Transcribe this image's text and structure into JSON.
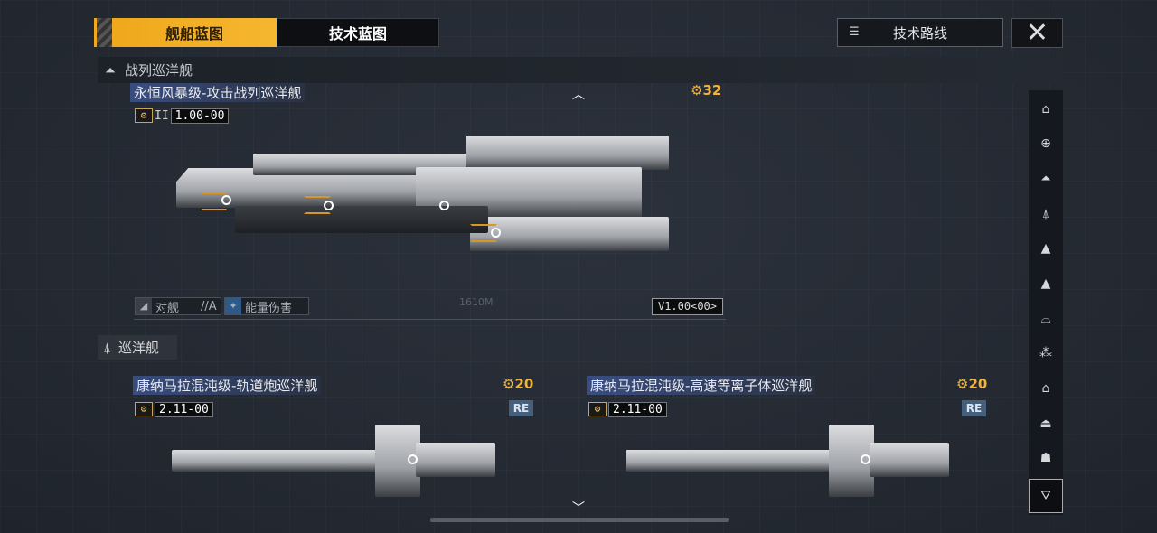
{
  "tabs": [
    {
      "label": "舰船蓝图",
      "active": true
    },
    {
      "label": "技术蓝图",
      "active": false
    }
  ],
  "header": {
    "route_label": "技术路线",
    "route_icon": "tree-list-icon",
    "close_icon": "close-icon"
  },
  "colors": {
    "accent": "#f0a81c",
    "badge": "#f2b33a",
    "re_badge": "#46607c"
  },
  "sections": [
    {
      "label": "战列巡洋舰",
      "icon": "battlecruiser-icon",
      "ships": [
        {
          "name": "永恒风暴级-攻击战列巡洋舰",
          "version": "1.00-00",
          "version_prefix": "II",
          "cost": "32",
          "tags": [
            {
              "label": "对舰",
              "suffix": "//A"
            },
            {
              "label": "能量伤害"
            }
          ],
          "scale": "1610M",
          "model_version": "V1.00<00>"
        }
      ]
    },
    {
      "label": "巡洋舰",
      "icon": "cruiser-icon",
      "ships": [
        {
          "name": "康纳马拉混沌级-轨道炮巡洋舰",
          "version": "2.11-00",
          "cost": "20",
          "badge": "RE"
        },
        {
          "name": "康纳马拉混沌级-高速等离子体巡洋舰",
          "version": "2.11-00",
          "cost": "20",
          "badge": "RE"
        }
      ]
    }
  ],
  "rail": [
    "frigate",
    "destroyer",
    "battlecruiser",
    "cruiser",
    "carrier",
    "battleship",
    "auxiliary",
    "cluster",
    "station",
    "dome",
    "bell",
    "filter"
  ]
}
